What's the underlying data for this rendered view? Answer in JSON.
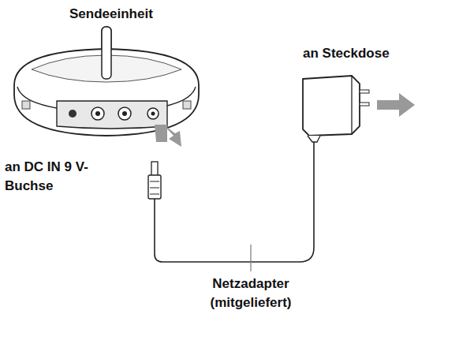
{
  "diagram": {
    "labels": [
      "Sendeeinheit",
      "an Steckdose",
      "an DC IN 9 V- Buchse",
      "Netzadapter (mitgeliefert)"
    ]
  }
}
